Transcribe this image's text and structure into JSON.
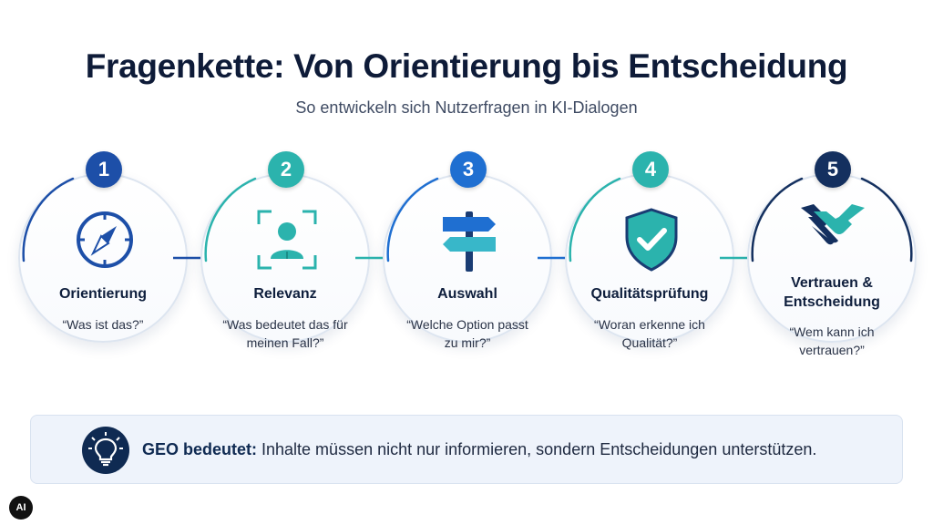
{
  "header": {
    "title": "Fragenkette: Von Orientierung bis Entscheidung",
    "subtitle": "So entwickeln sich Nutzerfragen in KI-Dialogen"
  },
  "steps": [
    {
      "number": "1",
      "title": "Orientierung",
      "question": "“Was ist das?”",
      "icon": "compass-icon",
      "color": "#1d4fa8"
    },
    {
      "number": "2",
      "title": "Relevanz",
      "question": "“Was bedeutet das für meinen Fall?”",
      "icon": "person-focus-icon",
      "color": "#2bb3ad"
    },
    {
      "number": "3",
      "title": "Auswahl",
      "question": "“Welche Option passt zu mir?”",
      "icon": "signpost-icon",
      "color": "#1f6fd1"
    },
    {
      "number": "4",
      "title": "Qualitätsprüfung",
      "question": "“Woran erkenne ich Qualität?”",
      "icon": "shield-check-icon",
      "color": "#2bb3ad"
    },
    {
      "number": "5",
      "title_line1": "Vertrauen &",
      "title_line2": "Entscheidung",
      "question": "“Wem kann ich vertrauen?”",
      "icon": "handshake-icon",
      "color": "#14305f"
    }
  ],
  "banner": {
    "strong": "GEO bedeutet:",
    "text": " Inhalte müssen nicht nur informieren, sondern Entscheidungen unterstützen.",
    "icon": "lightbulb-icon"
  },
  "corner_badge": "AI"
}
